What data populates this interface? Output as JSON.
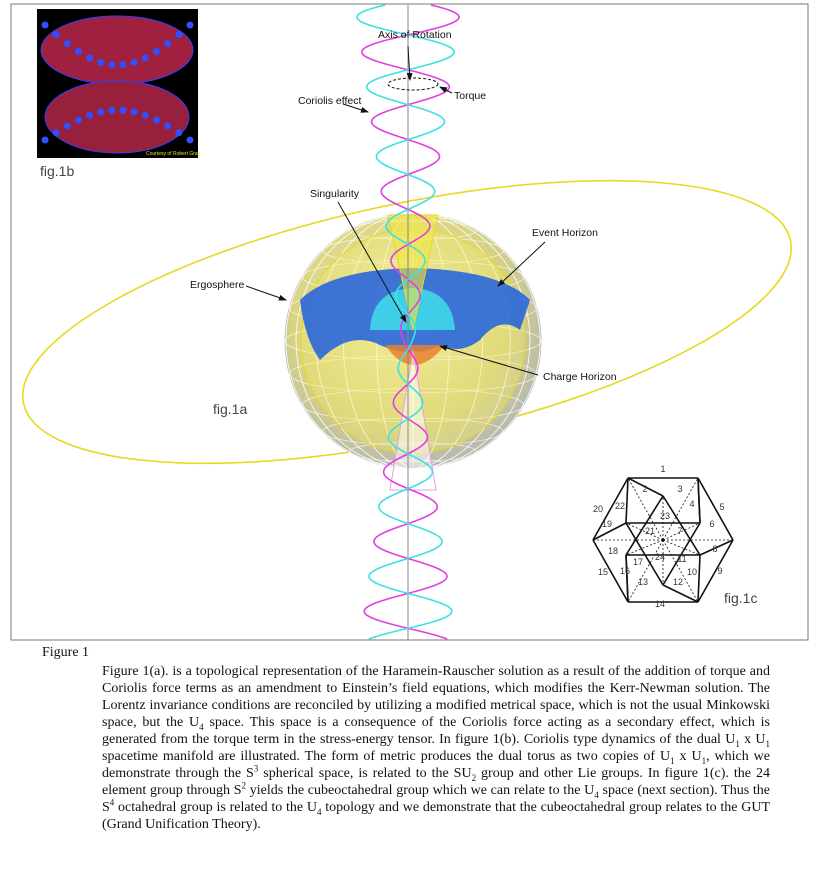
{
  "figure": {
    "labels": {
      "axis_of_rotation": "Axis of Rotation",
      "torque": "Torque",
      "coriolis_effect": "Coriolis effect",
      "singularity": "Singularity",
      "event_horizon": "Event Horizon",
      "ergosphere": "Ergosphere",
      "charge_horizon": "Charge Horizon",
      "fig1a": "fig.1a",
      "fig1b": "fig.1b",
      "fig1c": "fig.1c",
      "credit": "Courtesy of Robert Gray"
    },
    "cubeoctahedron_edge_numbers": [
      "1",
      "2",
      "3",
      "4",
      "5",
      "6",
      "7",
      "8",
      "9",
      "10",
      "11",
      "12",
      "13",
      "14",
      "15",
      "16",
      "17",
      "18",
      "19",
      "20",
      "21",
      "22",
      "23",
      "24"
    ],
    "colors": {
      "magenta": "#e040e0",
      "cyan": "#40e0e0",
      "yellow": "#e8d820",
      "blue": "#1f5fe0",
      "torus_red": "#a02040"
    }
  },
  "caption": {
    "figure_number": "Figure 1",
    "segments": [
      {
        "t": "Figure 1(a). is a topological representation of the Haramein-Rauscher solution as a result of the addition of torque and Coriolis force terms as an amendment to Einstein’s field equations, which modifies the Kerr-Newman solution.  The Lorentz invariance conditions are reconciled by utilizing a modified metrical space, which is not the usual Minkowski space, but the U"
      },
      {
        "sub": "4"
      },
      {
        "t": " space. This space is a consequence of the Coriolis force acting as a secondary effect, which is generated from the torque term in the stress-energy tensor. In figure 1(b). Coriolis type dynamics of the dual U"
      },
      {
        "sub": "1"
      },
      {
        "t": " x U"
      },
      {
        "sub": "1"
      },
      {
        "t": " spacetime manifold are illustrated. The form of metric produces the dual torus as two copies of U"
      },
      {
        "sub": "1"
      },
      {
        "t": " x U"
      },
      {
        "sub": "1"
      },
      {
        "t": ", which we demonstrate through the S"
      },
      {
        "sup": "3"
      },
      {
        "t": " spherical space, is related to the SU"
      },
      {
        "sub": "2"
      },
      {
        "t": " group and other Lie groups. In figure 1(c). the 24 element group through S"
      },
      {
        "sup": "2"
      },
      {
        "t": " yields the cubeoctahedral group which we can relate to the U"
      },
      {
        "sub": "4"
      },
      {
        "t": " space (next section). Thus the S"
      },
      {
        "sup": "4"
      },
      {
        "t": " octahedral group is related to the U"
      },
      {
        "sub": "4"
      },
      {
        "t": " topology and we demonstrate that the cubeoctahedral group relates to the GUT (Grand Unification Theory)."
      }
    ]
  }
}
